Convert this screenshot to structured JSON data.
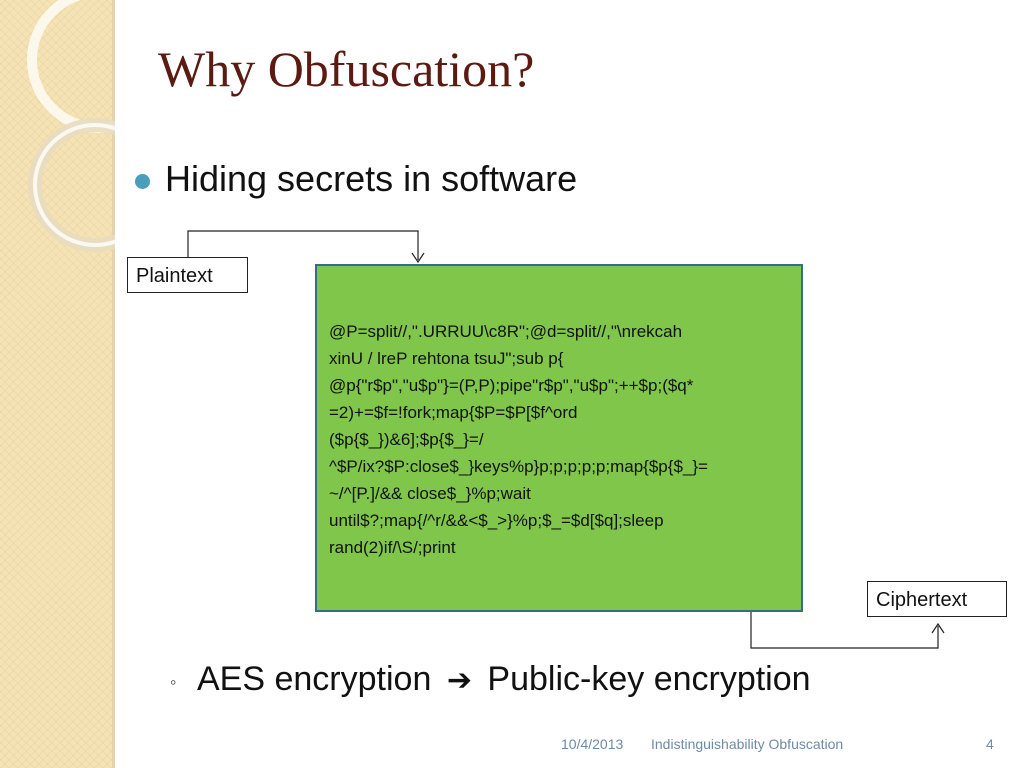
{
  "slide": {
    "title": "Why Obfuscation?",
    "bullet": "Hiding secrets in software",
    "plaintext_label": "Plaintext",
    "ciphertext_label": "Ciphertext",
    "code_lines": [
      "@P=split//,\".URRUU\\c8R\";@d=split//,\"\\nrekcah",
      "xinU / lreP rehtona tsuJ\";sub p{",
      "@p{\"r$p\",\"u$p\"}=(P,P);pipe\"r$p\",\"u$p\";++$p;($q*",
      "=2)+=$f=!fork;map{$P=$P[$f^ord",
      "($p{$_})&6];$p{$_}=/",
      "^$P/ix?$P:close$_}keys%p}p;p;p;p;p;map{$p{$_}=",
      "~/^[P.]/&& close$_}%p;wait",
      "until$?;map{/^r/&&<$_>}%p;$_=$d[$q];sleep",
      "rand(2)if/\\S/;print"
    ],
    "sub_bullet_left": "AES encryption",
    "sub_bullet_arrow": "➔",
    "sub_bullet_right": "Public-key encryption",
    "sub_bullet_marker": "◦"
  },
  "footer": {
    "date": "10/4/2013",
    "title": "Indistinguishability Obfuscation",
    "page": "4"
  }
}
